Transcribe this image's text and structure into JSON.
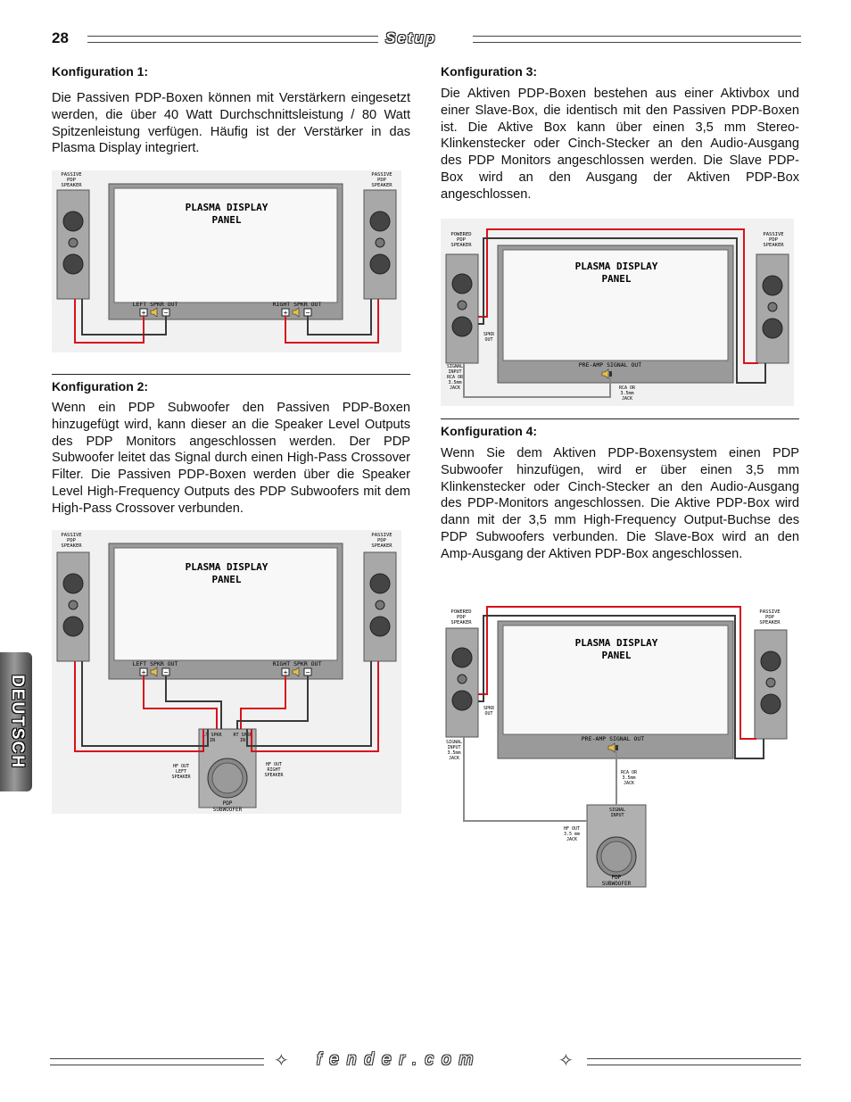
{
  "header": {
    "page_number": "28",
    "section_title": "Setup"
  },
  "side_tab": {
    "label": "DEUTSCH"
  },
  "footer": {
    "site": "fender.com"
  },
  "sections": [
    {
      "heading": "Konfiguration 1:",
      "body": "Die Passiven PDP-Boxen können mit Verstärkern eingesetzt werden, die über 40 Watt Durchschnittsleistung / 80 Watt Spitzenleistung verfügen. Häufig ist der Verstärker in das Plasma Display integriert."
    },
    {
      "heading": "Konfiguration 2:",
      "body": "Wenn ein PDP Subwoofer den Passiven PDP-Boxen hinzugefügt wird, kann dieser an die Speaker Level Outputs des PDP Monitors angeschlossen werden. Der PDP Subwoofer leitet das Signal durch einen High-Pass Crossover Filter. Die Passiven PDP-Boxen werden über die Speaker Level High-Frequency Outputs des PDP Subwoofers mit dem High-Pass Crossover verbunden."
    },
    {
      "heading": "Konfiguration 3:",
      "body": "Die Aktiven PDP-Boxen bestehen aus einer Aktivbox und einer Slave-Box, die identisch mit den Passiven PDP-Boxen ist. Die Aktive Box kann über einen 3,5 mm Stereo-Klinkenstecker oder Cinch-Stecker an den Audio-Ausgang des PDP Monitors angeschlossen werden. Die Slave PDP-Box wird an den Ausgang der Aktiven PDP-Box angeschlossen."
    },
    {
      "heading": "Konfiguration 4:",
      "body": "Wenn Sie dem Aktiven PDP-Boxensystem einen PDP Subwoofer hinzufügen, wird er über einen 3,5 mm Klinkenstecker oder Cinch-Stecker an den Audio-Ausgang des PDP-Monitors angeschlossen. Die Aktive PDP-Box wird dann mit der 3,5 mm High-Frequency Output-Buchse des PDP Subwoofers verbunden. Die Slave-Box wird an den Amp-Ausgang der Aktiven PDP-Box angeschlossen."
    }
  ],
  "diagrams": {
    "d1": {
      "panel_line1": "PLASMA DISPLAY",
      "panel_line2": "PANEL",
      "left_speaker": [
        "PASSIVE",
        "PDP",
        "SPEAKER"
      ],
      "right_speaker": [
        "PASSIVE",
        "PDP",
        "SPEAKER"
      ],
      "left_out": "LEFT SPKR OUT",
      "right_out": "RIGHT SPKR OUT"
    },
    "d2": {
      "panel_line1": "PLASMA DISPLAY",
      "panel_line2": "PANEL",
      "left_speaker": [
        "PASSIVE",
        "PDP",
        "SPEAKER"
      ],
      "right_speaker": [
        "PASSIVE",
        "PDP",
        "SPEAKER"
      ],
      "left_out": "LEFT SPKR OUT",
      "right_out": "RIGHT SPKR OUT",
      "sub_lt_in": [
        "LT SPKR",
        "IN"
      ],
      "sub_rt_in": [
        "RT SPKR",
        "IN"
      ],
      "hf_left": [
        "HF OUT",
        "LEFT",
        "SPEAKER"
      ],
      "hf_right": [
        "HF OUT",
        "RIGHT",
        "SPEAKER"
      ],
      "sub_label": [
        "PDP",
        "SUBWOOFER"
      ]
    },
    "d3": {
      "panel_line1": "PLASMA DISPLAY",
      "panel_line2": "PANEL",
      "left_speaker": [
        "POWERED",
        "PDP",
        "SPEAKER"
      ],
      "right_speaker": [
        "PASSIVE",
        "PDP",
        "SPEAKER"
      ],
      "spkr_out": [
        "SPKR",
        "OUT"
      ],
      "signal_input": [
        "SIGNAL",
        "INPUT",
        "RCA OR",
        "3.5mm",
        "JACK"
      ],
      "preamp_out": "PRE-AMP SIGNAL OUT",
      "rca": [
        "RCA OR",
        "3.5mm",
        "JACK"
      ]
    },
    "d4": {
      "panel_line1": "PLASMA DISPLAY",
      "panel_line2": "PANEL",
      "left_speaker": [
        "POWERED",
        "PDP",
        "SPEAKER"
      ],
      "right_speaker": [
        "PASSIVE",
        "PDP",
        "SPEAKER"
      ],
      "spkr_out": [
        "SPKR",
        "OUT"
      ],
      "signal_input": [
        "SIGNAL",
        "INPUT",
        "3.5mm",
        "JACK"
      ],
      "preamp_out": "PRE-AMP SIGNAL OUT",
      "rca": [
        "RCA OR",
        "3.5mm",
        "JACK"
      ],
      "sub_signal_in": [
        "SIGNAL",
        "INPUT"
      ],
      "hf_out": [
        "HF OUT",
        "3.5 mm",
        "JACK"
      ],
      "sub_label": [
        "PDP",
        "SUBWOOFER"
      ]
    }
  },
  "colors": {
    "wire_red": "#d8121b",
    "wire_dark": "#3a3a3a",
    "wire_gray": "#8a8a8a",
    "panel_frame": "#8c8c8c"
  }
}
